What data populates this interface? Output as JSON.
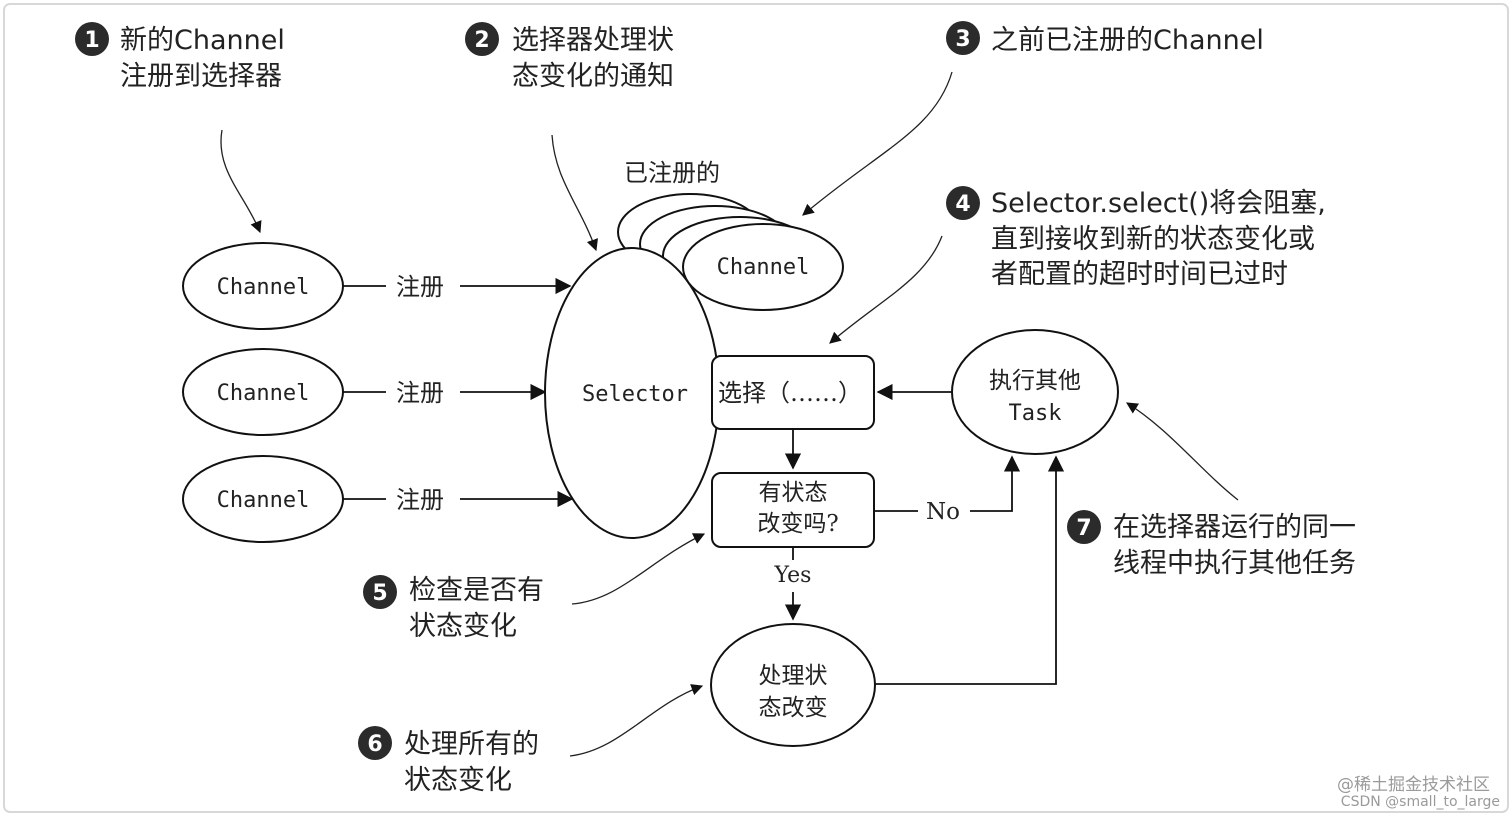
{
  "callouts": [
    {
      "num": "1",
      "lines": [
        "新的Channel",
        "注册到选择器"
      ]
    },
    {
      "num": "2",
      "lines": [
        "选择器处理状",
        "态变化的通知"
      ]
    },
    {
      "num": "3",
      "lines": [
        "之前已注册的Channel"
      ]
    },
    {
      "num": "4",
      "lines": [
        "Selector.select()将会阻塞,",
        "直到接收到新的状态变化或",
        "者配置的超时时间已过时"
      ]
    },
    {
      "num": "5",
      "lines": [
        "检查是否有",
        "状态变化"
      ]
    },
    {
      "num": "6",
      "lines": [
        "处理所有的",
        "状态变化"
      ]
    },
    {
      "num": "7",
      "lines": [
        "在选择器运行的同一",
        "线程中执行其他任务"
      ]
    }
  ],
  "channels": [
    "Channel",
    "Channel",
    "Channel"
  ],
  "register_label": "注册",
  "registered_group": {
    "title": "已注册的",
    "channel": "Channel"
  },
  "selector": "Selector",
  "select_box": "选择（……）",
  "decision": [
    "有状态",
    "改变吗?"
  ],
  "no_label": "No",
  "yes_label": "Yes",
  "process": [
    "处理状",
    "态改变"
  ],
  "task": [
    "执行其他",
    "Task"
  ],
  "watermark": [
    "@稀土掘金技术社区",
    "CSDN @small_to_large"
  ]
}
